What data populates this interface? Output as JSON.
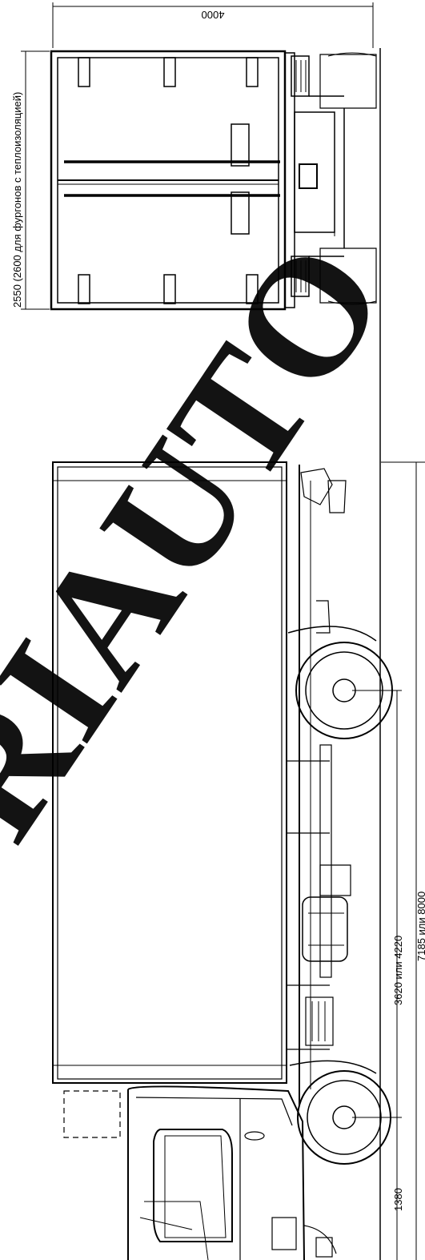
{
  "dimensions": {
    "overall_height": "4000",
    "body_width": "2550 (2600 для фургонов с теплоизоляцией)",
    "wheelbase": "3620 или 4220",
    "front_overhang": "1380",
    "overall_length": "7185 или 8000"
  },
  "watermark": {
    "text": "RIAUTO"
  },
  "colors": {
    "ink": "#000000",
    "paper": "#ffffff"
  }
}
